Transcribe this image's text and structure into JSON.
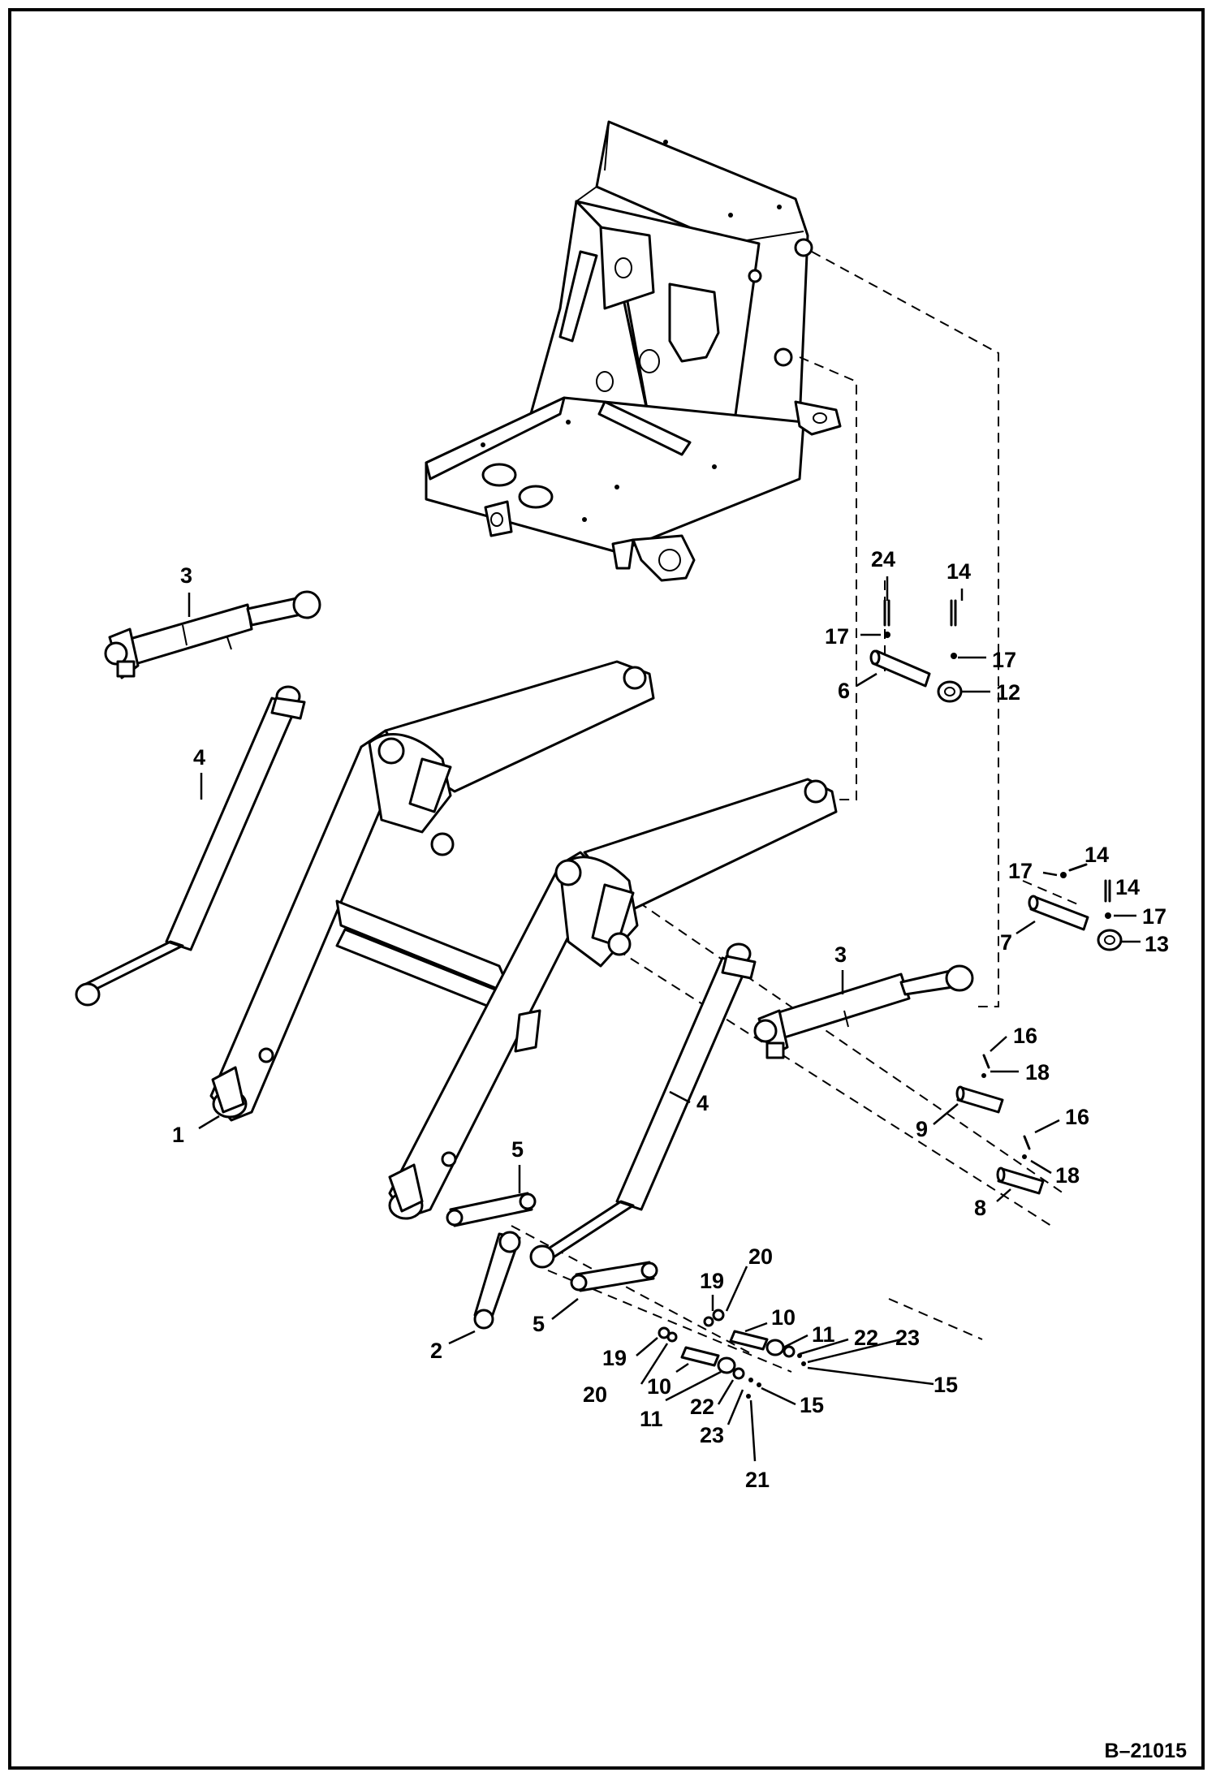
{
  "diagram": {
    "reference_code": "B–21015",
    "callouts": [
      {
        "id": "c3a",
        "text": "3"
      },
      {
        "id": "c4a",
        "text": "4"
      },
      {
        "id": "c1",
        "text": "1"
      },
      {
        "id": "c24",
        "text": "24"
      },
      {
        "id": "c14a",
        "text": "14"
      },
      {
        "id": "c17a",
        "text": "17"
      },
      {
        "id": "c17b",
        "text": "17"
      },
      {
        "id": "c6",
        "text": "6"
      },
      {
        "id": "c12",
        "text": "12"
      },
      {
        "id": "c17c",
        "text": "17"
      },
      {
        "id": "c14b",
        "text": "14"
      },
      {
        "id": "c14c",
        "text": "14"
      },
      {
        "id": "c17d",
        "text": "17"
      },
      {
        "id": "c7",
        "text": "7"
      },
      {
        "id": "c13",
        "text": "13"
      },
      {
        "id": "c3b",
        "text": "3"
      },
      {
        "id": "c16a",
        "text": "16"
      },
      {
        "id": "c18a",
        "text": "18"
      },
      {
        "id": "c9",
        "text": "9"
      },
      {
        "id": "c4b",
        "text": "4"
      },
      {
        "id": "c16b",
        "text": "16"
      },
      {
        "id": "c18b",
        "text": "18"
      },
      {
        "id": "c8",
        "text": "8"
      },
      {
        "id": "c5a",
        "text": "5"
      },
      {
        "id": "c2",
        "text": "2"
      },
      {
        "id": "c5b",
        "text": "5"
      },
      {
        "id": "c19a",
        "text": "19"
      },
      {
        "id": "c20a",
        "text": "20"
      },
      {
        "id": "c10a",
        "text": "10"
      },
      {
        "id": "c11a",
        "text": "11"
      },
      {
        "id": "c22a",
        "text": "22"
      },
      {
        "id": "c23a",
        "text": "23"
      },
      {
        "id": "c15a",
        "text": "15"
      },
      {
        "id": "c19b",
        "text": "19"
      },
      {
        "id": "c20b",
        "text": "20"
      },
      {
        "id": "c10b",
        "text": "10"
      },
      {
        "id": "c11b",
        "text": "11"
      },
      {
        "id": "c22b",
        "text": "22"
      },
      {
        "id": "c15b",
        "text": "15"
      },
      {
        "id": "c23b",
        "text": "23"
      },
      {
        "id": "c21",
        "text": "21"
      }
    ]
  }
}
